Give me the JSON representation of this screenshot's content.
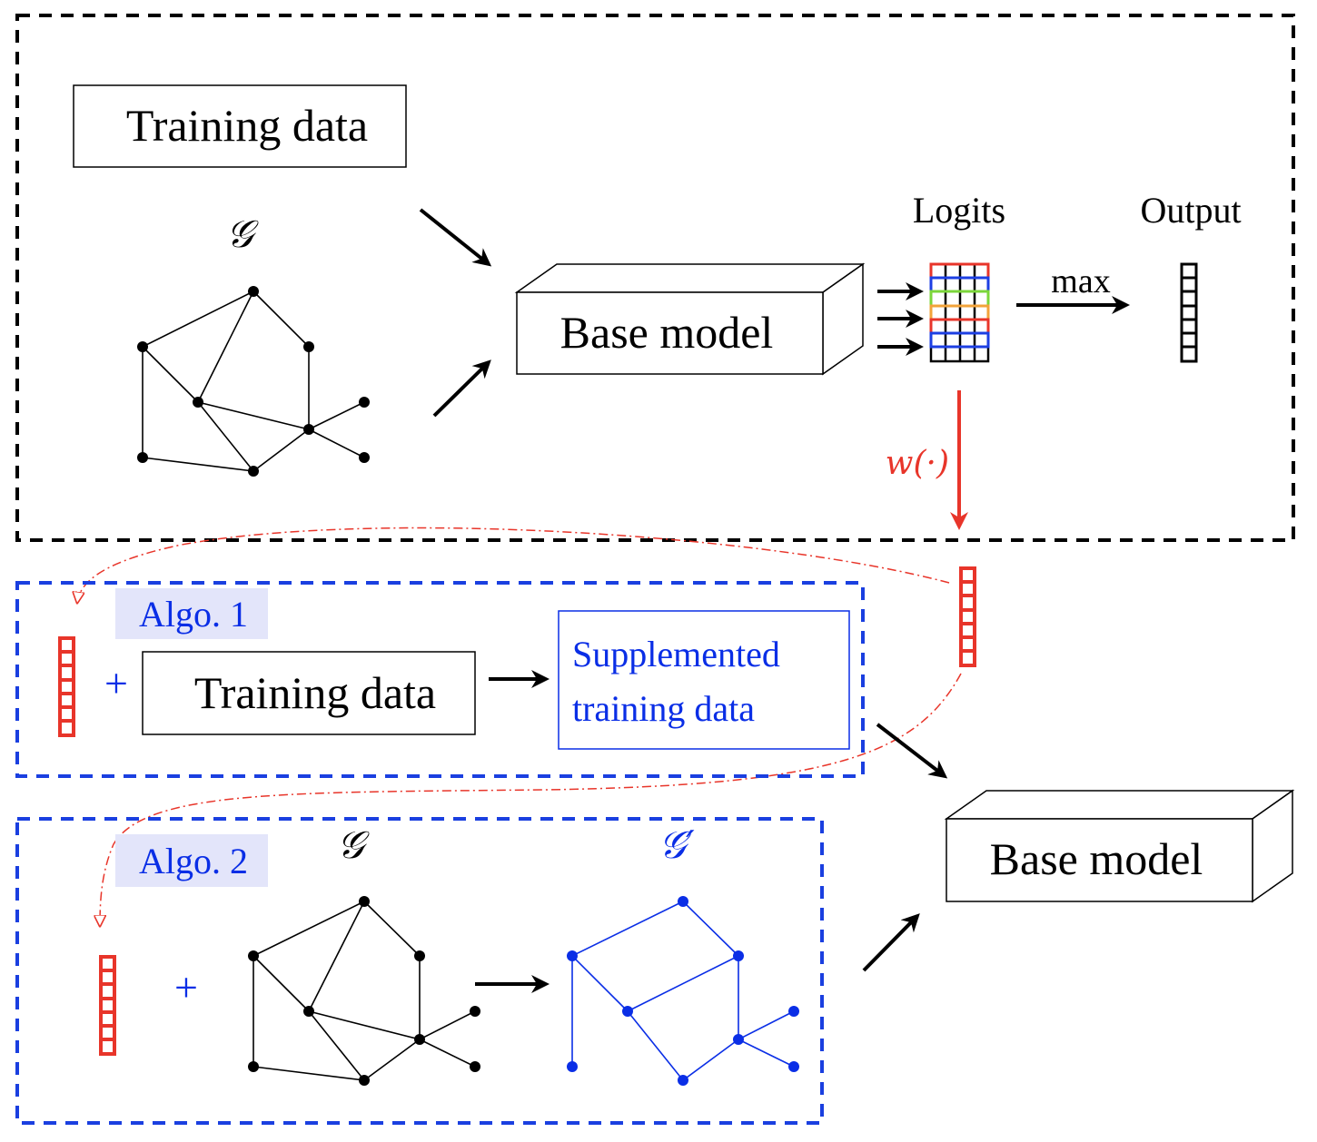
{
  "top_panel": {
    "training_data_label": "Training data",
    "graph_symbol": "𝒢",
    "base_model_label": "Base model",
    "logits_label": "Logits",
    "output_label": "Output",
    "max_label": "max",
    "weight_fn_label": "w(·)"
  },
  "algo1": {
    "tag": "Algo. 1",
    "plus": "+",
    "training_data_label": "Training data",
    "supplemented_line1": "Supplemented",
    "supplemented_line2": "training data"
  },
  "algo2": {
    "tag": "Algo. 2",
    "plus": "+",
    "graph_symbol": "𝒢",
    "graph_prime_symbol": "𝒢′"
  },
  "final_model": {
    "base_model_label": "Base model"
  },
  "colors": {
    "black": "#000000",
    "red": "#e8352a",
    "blue": "#0a2ee6",
    "blue_dashed": "#1a3fe0",
    "tag_bg": "#e3e5fa",
    "logit_rows": [
      "#e8352a",
      "#1d3fe3",
      "#7bd63a",
      "#f2a33a",
      "#e8352a",
      "#1d3fe3"
    ]
  }
}
